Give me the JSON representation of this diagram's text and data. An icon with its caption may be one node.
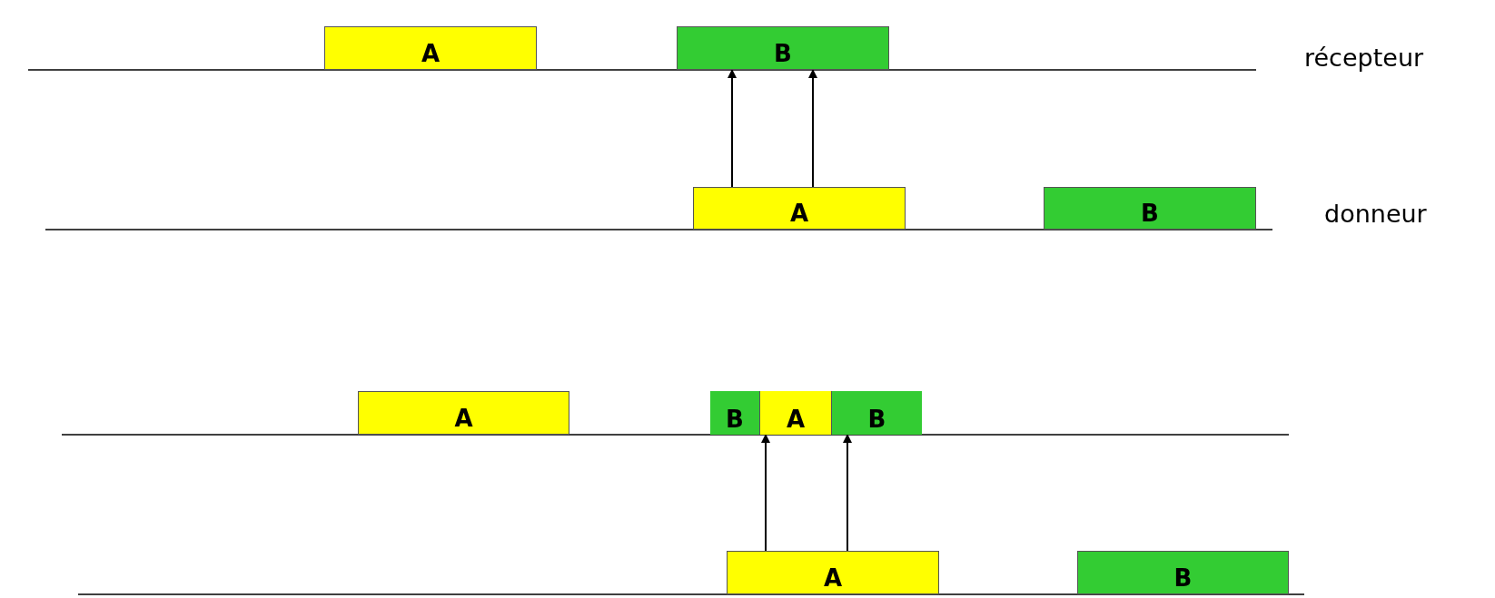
{
  "diagram": {
    "nodes": [
      {
        "text": [
          "A"
        ]
      },
      {
        "text": [
          "B"
        ]
      },
      {
        "text": [
          "A"
        ]
      },
      {
        "text": [
          "B"
        ]
      },
      {
        "text": [
          "A"
        ]
      },
      {
        "text": [],
        "shape": "box"
      },
      {
        "text": [
          "B"
        ],
        "in": 5
      },
      {
        "text": [
          "A"
        ],
        "in": 5
      },
      {
        "text": [
          "B"
        ],
        "in": 5
      },
      {
        "text": [
          "A"
        ]
      },
      {
        "text": [
          "B"
        ]
      }
    ],
    "edges": [
      {
        "from": 2,
        "to": 1,
        "arrow": "to"
      },
      {
        "from": 2,
        "to": 1,
        "arrow": "to"
      },
      {
        "from": 9,
        "to": 5,
        "arrow": "to"
      },
      {
        "from": 9,
        "to": 5,
        "arrow": "to"
      }
    ],
    "labels": [
      "récepteur",
      "donneur"
    ]
  }
}
